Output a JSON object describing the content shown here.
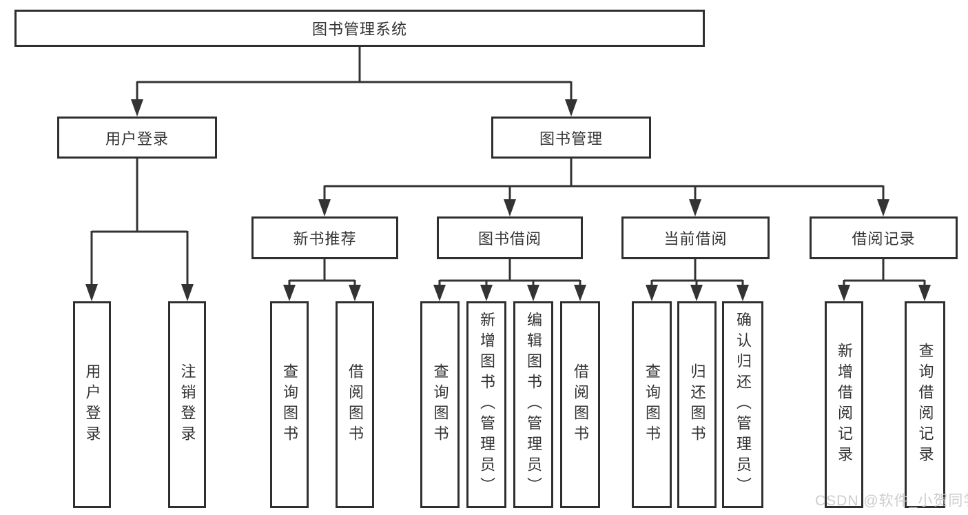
{
  "tree": {
    "root": {
      "label": "图书管理系统"
    },
    "children": [
      {
        "label": "用户登录",
        "children": [
          {
            "label": "用户登录"
          },
          {
            "label": "注销登录"
          }
        ]
      },
      {
        "label": "图书管理",
        "children": [
          {
            "label": "新书推荐",
            "children": [
              {
                "label": "查询图书"
              },
              {
                "label": "借阅图书"
              }
            ]
          },
          {
            "label": "图书借阅",
            "children": [
              {
                "label": "查询图书"
              },
              {
                "label": "新增图书（管理员）"
              },
              {
                "label": "编辑图书（管理员）"
              },
              {
                "label": "借阅图书"
              }
            ]
          },
          {
            "label": "当前借阅",
            "children": [
              {
                "label": "查询图书"
              },
              {
                "label": "归还图书"
              },
              {
                "label": "确认归还（管理员）"
              }
            ]
          },
          {
            "label": "借阅记录",
            "children": [
              {
                "label": "新增借阅记录"
              },
              {
                "label": "查询借阅记录"
              }
            ]
          }
        ]
      }
    ]
  },
  "watermark": {
    "text": "CSDN @软件_小贺同学",
    "color": "#c9c9c9"
  },
  "colors": {
    "background": "#ffffff",
    "line": "#333333",
    "box_border": "#2f2f2f",
    "text": "#333333"
  }
}
